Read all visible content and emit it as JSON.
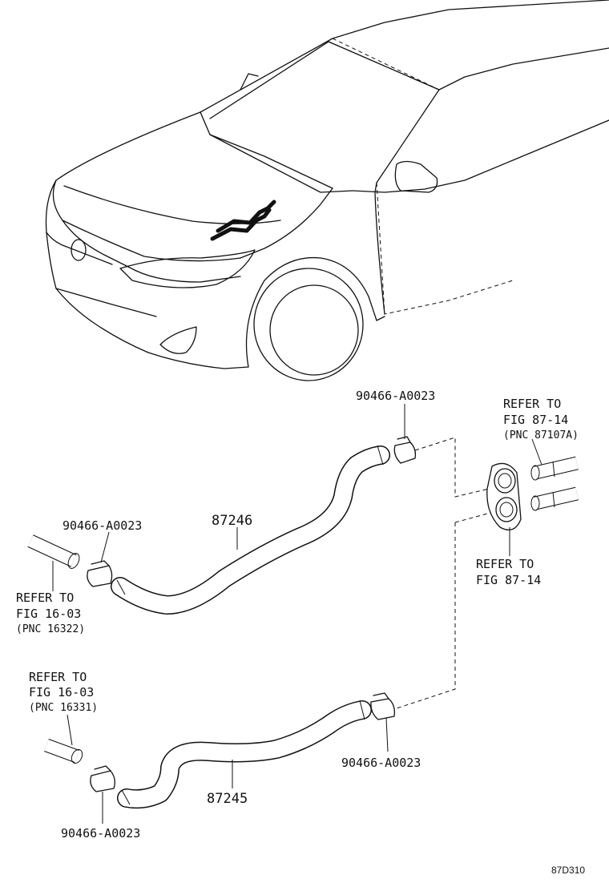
{
  "diagram": {
    "labels": {
      "clip_top": "90466-A0023",
      "refer_right_top": [
        "REFER TO",
        "FIG 87-14",
        "(PNC 87107A)"
      ],
      "clip_left_upper": "90466-A0023",
      "hose_upper": "87246",
      "refer_right_bottom": [
        "REFER TO",
        "FIG 87-14"
      ],
      "refer_left_upper": [
        "REFER TO",
        "FIG 16-03",
        "(PNC 16322)"
      ],
      "refer_left_lower": [
        "REFER TO",
        "FIG 16-03",
        "(PNC 16331)"
      ],
      "clip_right_lower": "90466-A0023",
      "hose_lower": "87245",
      "clip_left_lower": "90466-A0023",
      "figure_code": "87D310"
    }
  }
}
